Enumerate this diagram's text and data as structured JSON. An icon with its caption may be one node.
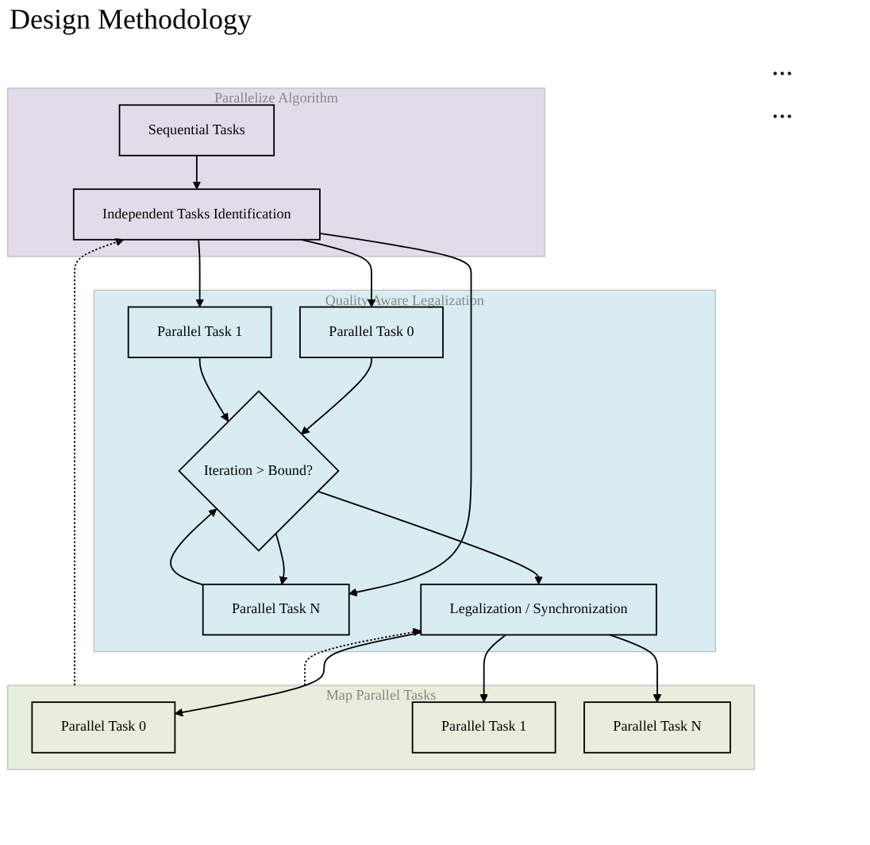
{
  "diagram": {
    "title": "Design Methodology",
    "nodes": [
      {
        "text": [
          "Parallelize Algorithm"
        ]
      },
      {
        "text": [
          "Sequential Tasks"
        ],
        "in": 0
      },
      {
        "text": [
          "Independent Tasks Identification"
        ],
        "in": 0
      },
      {
        "text": [
          "Quality Aware Legalization"
        ]
      },
      {
        "text": [
          "Parallel Task 0"
        ],
        "in": 3
      },
      {
        "text": [
          "Parallel Task 1"
        ],
        "in": 3
      },
      {
        "text": [
          "Parallel Task N"
        ],
        "in": 3
      },
      {
        "text": [
          "Iteration > Bound?"
        ],
        "in": 3
      },
      {
        "text": [
          "Legalization / Synchronization"
        ],
        "in": 3
      },
      {
        "text": [
          "Map Parallel Tasks"
        ]
      },
      {
        "text": [
          "Parallel Task 0"
        ],
        "in": 9
      },
      {
        "text": [
          "Parallel Task 1"
        ],
        "in": 9
      },
      {
        "text": [
          "Parallel Task N"
        ],
        "in": 9
      }
    ],
    "edges": [
      {
        "from": 1,
        "to": 2,
        "arrow": "to"
      },
      {
        "from": 2,
        "to": 4,
        "arrow": "to"
      },
      {
        "from": 2,
        "to": 5,
        "arrow": "to"
      },
      {
        "from": 2,
        "to": 6,
        "arrow": "to"
      },
      {
        "from": 4,
        "to": 7,
        "arrow": "to"
      },
      {
        "from": 5,
        "to": 7,
        "arrow": "to"
      },
      {
        "from": 6,
        "to": 7,
        "arrow": "to"
      },
      {
        "from": 7,
        "to": 6,
        "arrow": "to"
      },
      {
        "from": 7,
        "to": 8,
        "arrow": "to"
      },
      {
        "from": 8,
        "to": 10,
        "arrow": "to"
      },
      {
        "from": 8,
        "to": 11,
        "arrow": "to"
      },
      {
        "from": 8,
        "to": 12,
        "arrow": "to"
      },
      {
        "from": 9,
        "to": 8,
        "arrow": "to",
        "style": "dashed"
      },
      {
        "from": 9,
        "to": 2,
        "arrow": "to",
        "style": "dashed"
      }
    ],
    "labels": [
      "...",
      "..."
    ]
  }
}
